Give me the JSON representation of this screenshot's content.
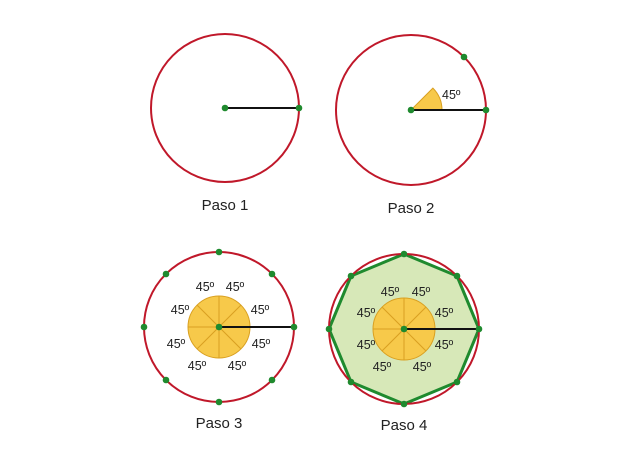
{
  "colors": {
    "circle": "#c0182a",
    "point": "#1f8a2e",
    "radius": "#111111",
    "sector_fill": "#f7c94a",
    "sector_stroke": "#d9a021",
    "octagon_stroke": "#1f8a2e",
    "octagon_fill": "#d7e8b8"
  },
  "angle_text": "45º",
  "steps": [
    {
      "label": "Paso 1"
    },
    {
      "label": "Paso 2"
    },
    {
      "label": "Paso 3"
    },
    {
      "label": "Paso 4"
    }
  ]
}
